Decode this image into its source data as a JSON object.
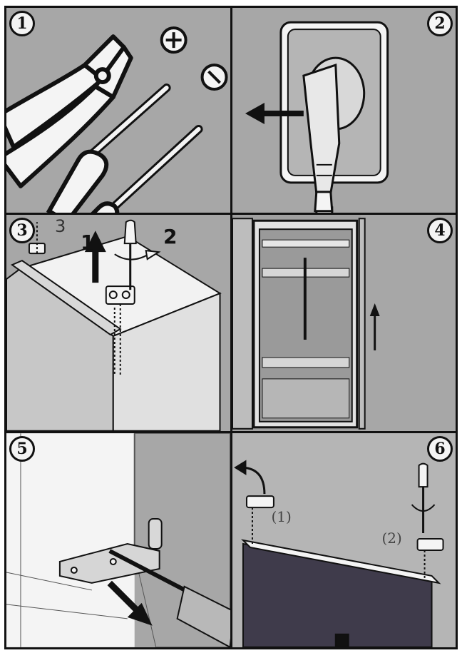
{
  "steps": [
    {
      "number": "1"
    },
    {
      "number": "2"
    },
    {
      "number": "3",
      "labels": [
        "1",
        "2",
        "3"
      ]
    },
    {
      "number": "4"
    },
    {
      "number": "5"
    },
    {
      "number": "6",
      "labels": [
        "(1)",
        "(2)"
      ]
    }
  ],
  "colors": {
    "panel_background": "#a7a7a7",
    "line_art": "#111111",
    "door_panel": "#3f3b4b"
  },
  "icons": [
    "pliers-icon",
    "phillips-screwdriver-icon",
    "flathead-screwdriver-icon",
    "plus-symbol-icon",
    "minus-symbol-icon",
    "power-plug-icon",
    "arrow-icon",
    "hinge-icon",
    "hinge-cover-icon"
  ]
}
